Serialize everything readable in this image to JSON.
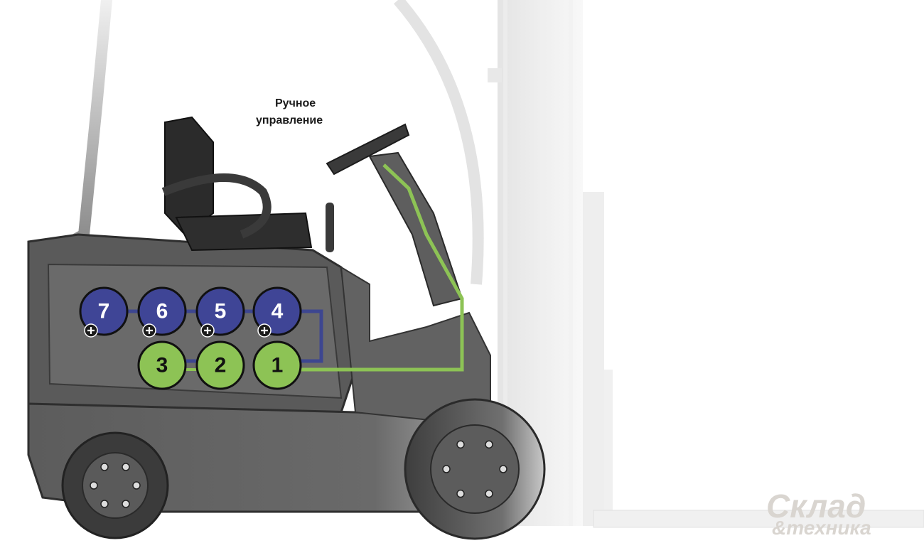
{
  "annotation": {
    "line1": "Ручное",
    "line2": "управление"
  },
  "upper_row": [
    {
      "number": "7",
      "polarity": "plus"
    },
    {
      "number": "6",
      "polarity": "plus"
    },
    {
      "number": "5",
      "polarity": "plus"
    },
    {
      "number": "4",
      "polarity": "plus"
    }
  ],
  "lower_row": [
    {
      "number": "3"
    },
    {
      "number": "2"
    },
    {
      "number": "1"
    }
  ],
  "colors": {
    "upper_fill": "#3f4596",
    "lower_fill": "#8dc355",
    "wire_blue": "#3d4690",
    "wire_green": "#8dc355",
    "body": "#5b5b5b",
    "body_dark": "#3a3a3a"
  },
  "watermark": {
    "line1": "Склад",
    "line2": "&техника"
  }
}
